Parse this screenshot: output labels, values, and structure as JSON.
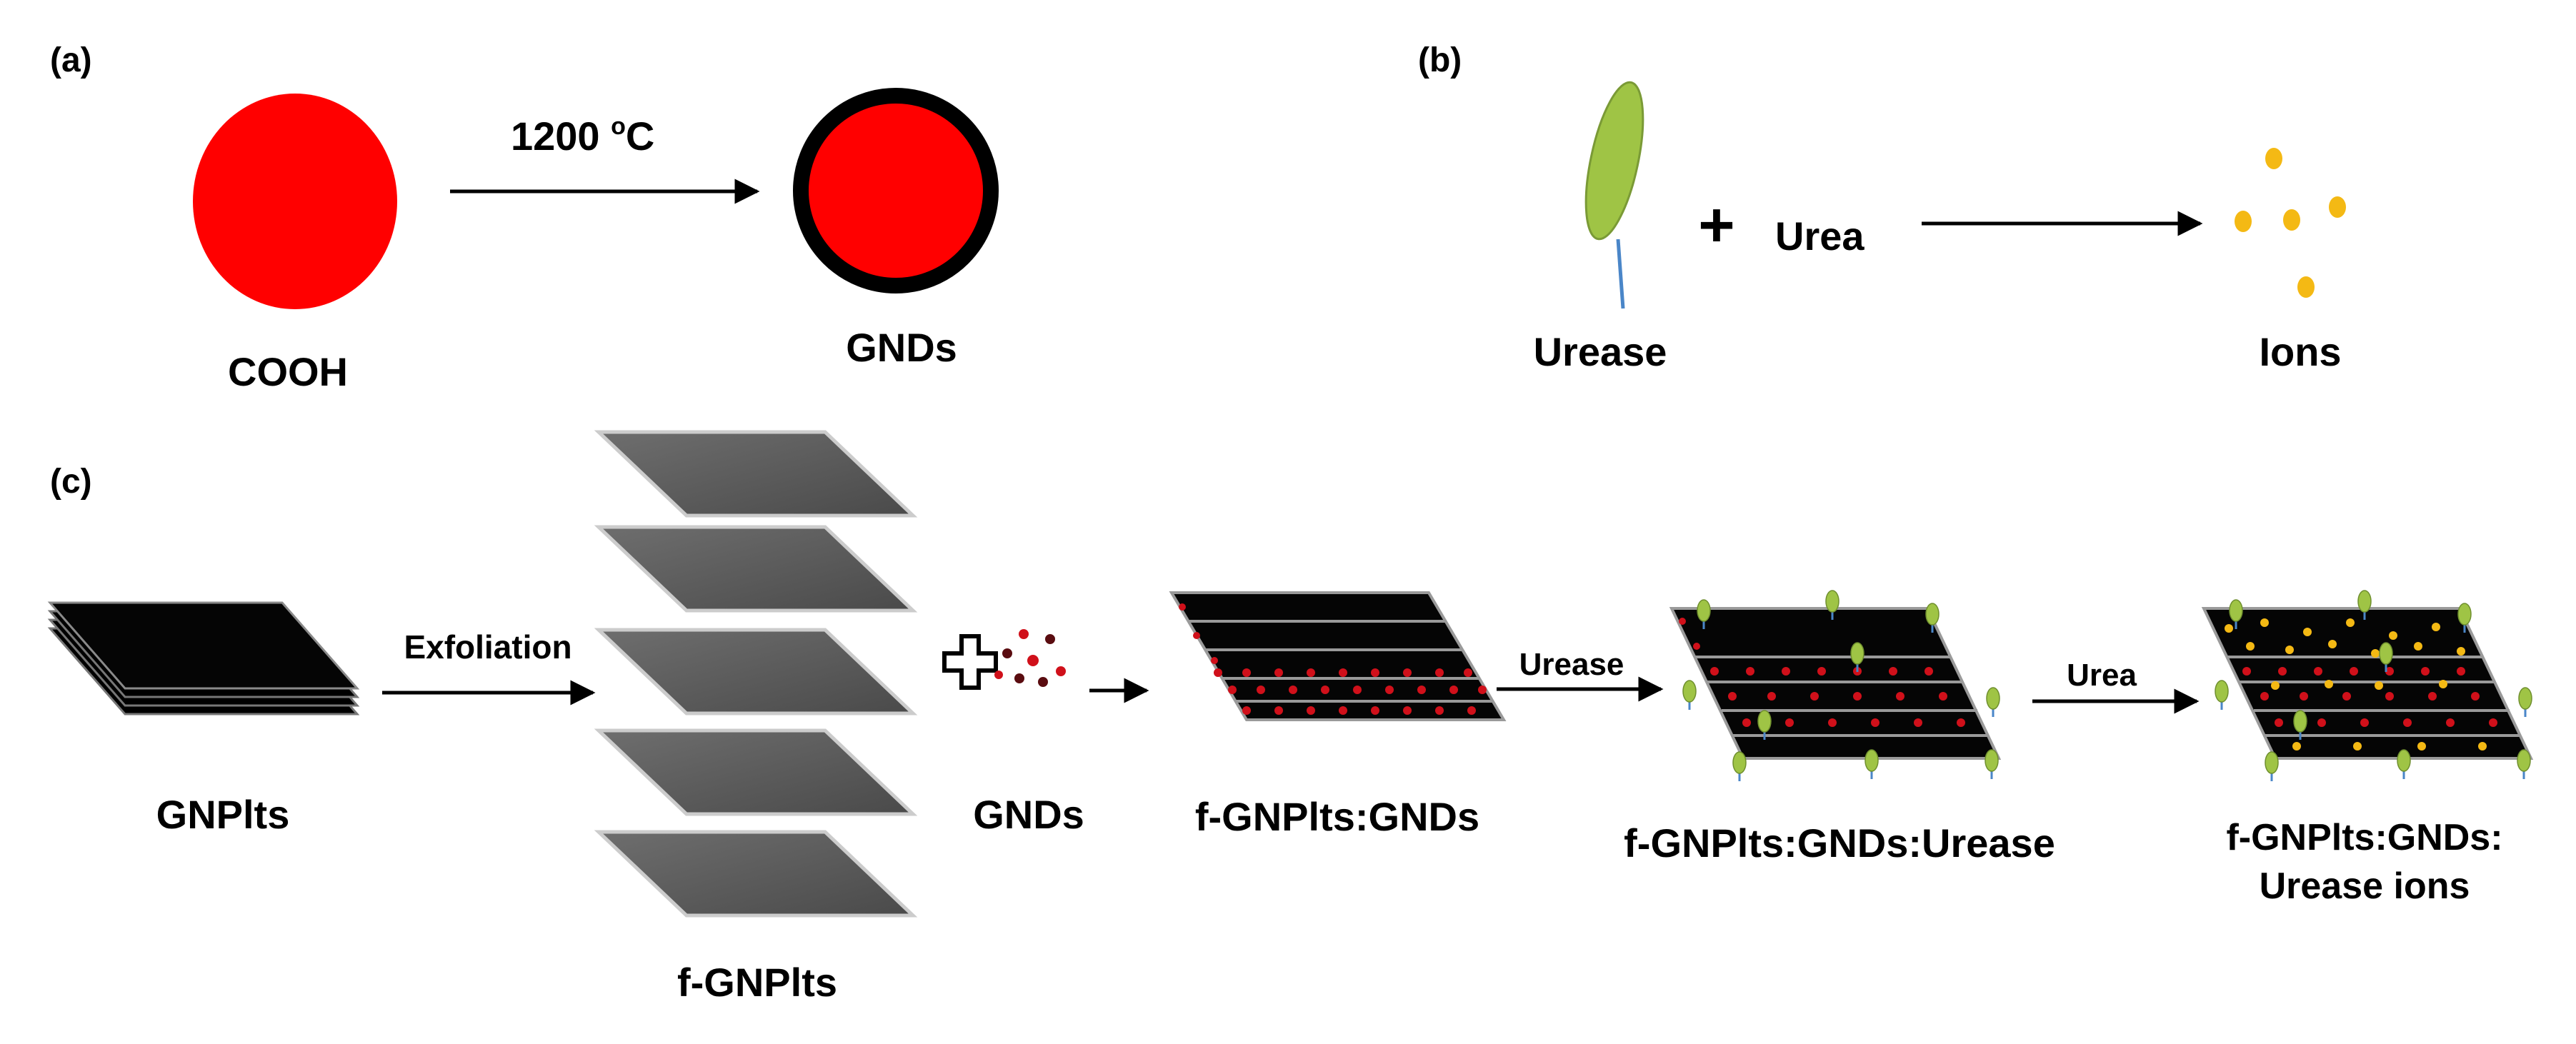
{
  "panel_a": {
    "label": "(a)",
    "temperature_value": "1200 ",
    "temperature_unit_sup": "o",
    "temperature_unit": "C",
    "left_label": "COOH",
    "right_label": "GNDs",
    "colors": {
      "particle": "#ff0000",
      "shell": "#000000"
    }
  },
  "panel_b": {
    "label": "(b)",
    "plus": "+",
    "reactant_label": "Urea",
    "enzyme_label": "Urease",
    "product_label": "Ions",
    "colors": {
      "enzyme": "#9fc445",
      "tail": "#4a86c8",
      "ion": "#f4b914"
    }
  },
  "panel_c": {
    "label": "(c)",
    "exfoliation_label": "Exfoliation",
    "gnplts_label": "GNPlts",
    "f_gnplts_label": "f-GNPlts",
    "gnds_label": "GNDs",
    "f_gnplts_gnds_label": "f-GNPlts:GNDs",
    "urease_arrow_label": "Urease",
    "f_gnplts_gnds_urease_label": "f-GNPlts:GNDs:Urease",
    "urea_arrow_label": "Urea",
    "final_label_line1": "f-GNPlts:GNDs:",
    "final_label_line2": "Urease ions",
    "colors": {
      "sheet_dark": "#050505",
      "sheet_grey": "#5b5b5b",
      "dot_red": "#d0101a",
      "dot_dark": "#5a0c10"
    }
  }
}
